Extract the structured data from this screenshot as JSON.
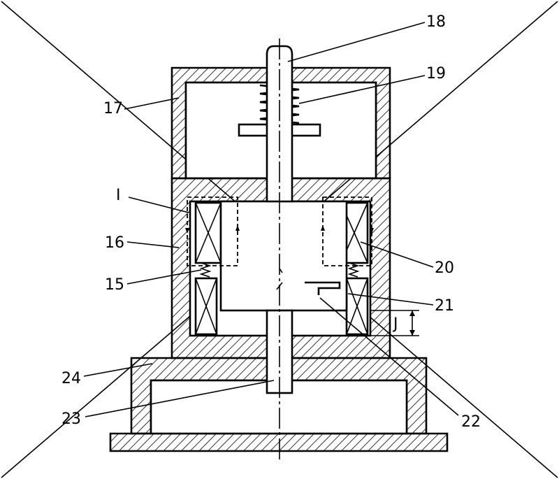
{
  "figure": {
    "labels": {
      "l18": "18",
      "l19": "19",
      "l17": "17",
      "lI": "I",
      "l16": "16",
      "l15": "15",
      "l20": "20",
      "l21": "21",
      "l24": "24",
      "l23": "23",
      "l22": "22",
      "gap": "J"
    }
  }
}
